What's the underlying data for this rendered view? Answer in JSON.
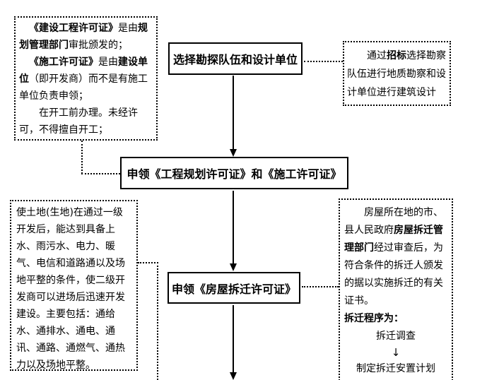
{
  "page": {
    "background": "#ffffff",
    "line_color": "#000000",
    "arrow_glyph": "↓"
  },
  "flow_steps": {
    "select_team": "选择勘探队伍和设计单位",
    "apply_planning_permit": "申领《工程规划许可证》和《施工许可证》",
    "apply_demolition_permit": "申领《房屋拆迁许可证》"
  },
  "notes": {
    "construction_permit": {
      "paragraphs": [
        {
          "indent": 1,
          "segments": [
            {
              "text": "《建设工程许可证》",
              "bold": true
            },
            {
              "text": "是由",
              "bold": false
            },
            {
              "text": "规划管理部门",
              "bold": true
            },
            {
              "text": "审批颁发的；",
              "bold": false
            }
          ]
        },
        {
          "indent": 1,
          "segments": [
            {
              "text": "《施工许可证》",
              "bold": true
            },
            {
              "text": "是由",
              "bold": false
            },
            {
              "text": "建设单位",
              "bold": true
            },
            {
              "text": "（即开发商）而不是有施工单位负责申领；",
              "bold": false
            }
          ]
        },
        {
          "indent": 2,
          "segments": [
            {
              "text": "在开工前办理。未经许可，不得擅自开工；",
              "bold": false
            }
          ]
        }
      ]
    },
    "bidding_survey": {
      "paragraphs": [
        {
          "indent": 2,
          "segments": [
            {
              "text": "通过",
              "bold": false
            },
            {
              "text": "招标",
              "bold": true
            },
            {
              "text": "选择勘察队伍进行地质勘察和设计单位进行建筑设计",
              "bold": false
            }
          ]
        }
      ]
    },
    "land_development": {
      "paragraphs": [
        {
          "indent": 0,
          "segments": [
            {
              "text": "使土地(生地)在通过一级开发后，能达到具备上水、雨污水、电力、暖气、电信和道路通以及场地平整的条件，使二级开发商可以进场后迅速开发建设。主要包括：通给水、通排水、通电、通讯、通路、通燃气、通热力以及场地平整。",
              "bold": false
            }
          ]
        }
      ]
    },
    "demolition_authority": {
      "paragraphs": [
        {
          "indent": 2,
          "segments": [
            {
              "text": "房屋所在地的市、县人民政府",
              "bold": false
            },
            {
              "text": "房屋拆迁管理部门",
              "bold": true
            },
            {
              "text": "经过审查后，为符合条件的拆迁人颁发的据以实施拆迁的有关证书。",
              "bold": false
            }
          ]
        }
      ],
      "procedure_title": "拆迁程序为：",
      "procedure_steps": [
        "拆迁调查",
        "制定拆迁安置计划"
      ]
    }
  }
}
